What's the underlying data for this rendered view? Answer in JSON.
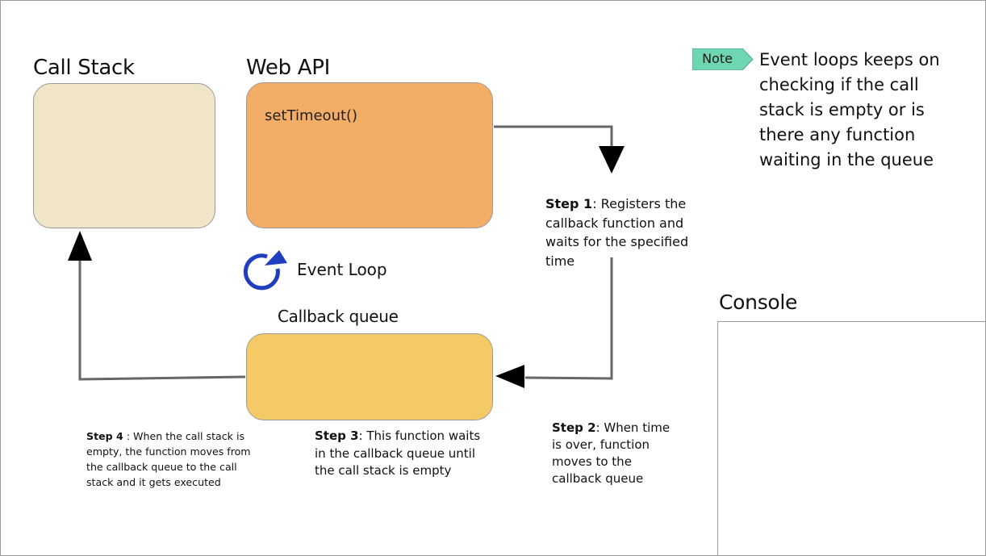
{
  "titles": {
    "call_stack": "Call Stack",
    "web_api": "Web API",
    "callback_queue": "Callback queue",
    "console": "Console"
  },
  "web_api_content": "setTimeout()",
  "event_loop": {
    "label": "Event Loop",
    "icon": "circular-arrow-icon",
    "color": "#1f3fbf"
  },
  "steps": {
    "step1": {
      "bold": "Step 1",
      "text": ": Registers the callback function and waits for the specified time"
    },
    "step2": {
      "bold": "Step 2",
      "text": ": When time is over, function moves to the callback queue"
    },
    "step3": {
      "bold": "Step 3",
      "text": ": This function waits in the callback queue until the call stack is empty"
    },
    "step4": {
      "bold": "Step 4",
      "text": " : When the call stack is empty, the function moves from the callback queue to the call stack and it gets executed"
    }
  },
  "note": {
    "tag": "Note",
    "text": "Event loops keeps on checking if the call stack is empty or is there any function waiting in the queue"
  },
  "colors": {
    "call_stack_fill": "#f0e5c9",
    "web_api_fill": "#f4ad67",
    "callback_queue_fill": "#f4ca66",
    "note_tag_fill": "#6fd6b2",
    "connector": "#555555"
  }
}
